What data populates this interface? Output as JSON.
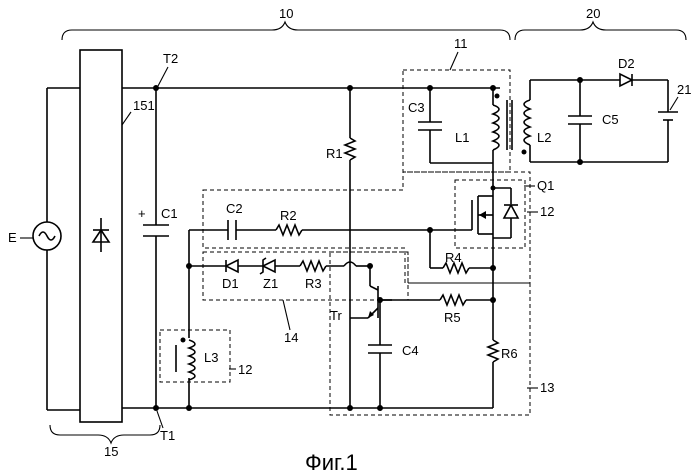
{
  "brace_labels": {
    "b10": "10",
    "b20": "20",
    "b15": "15"
  },
  "terminals": {
    "t1": "T1",
    "t2": "T2"
  },
  "block_labels": {
    "b11": "11",
    "b12a": "12",
    "b12b": "12",
    "b13": "13",
    "b14": "14",
    "b21": "21",
    "b151": "151"
  },
  "source_label": "E",
  "components": {
    "c1": "C1",
    "c2": "C2",
    "c3": "C3",
    "c4": "C4",
    "c5": "C5",
    "r1": "R1",
    "r2": "R2",
    "r3": "R3",
    "r4": "R4",
    "r5": "R5",
    "r6": "R6",
    "l1": "L1",
    "l2": "L2",
    "l3": "L3",
    "d1": "D1",
    "d2": "D2",
    "z1": "Z1",
    "q1": "Q1",
    "tr": "Tr",
    "plus": "+"
  },
  "caption": "Фиг.1"
}
